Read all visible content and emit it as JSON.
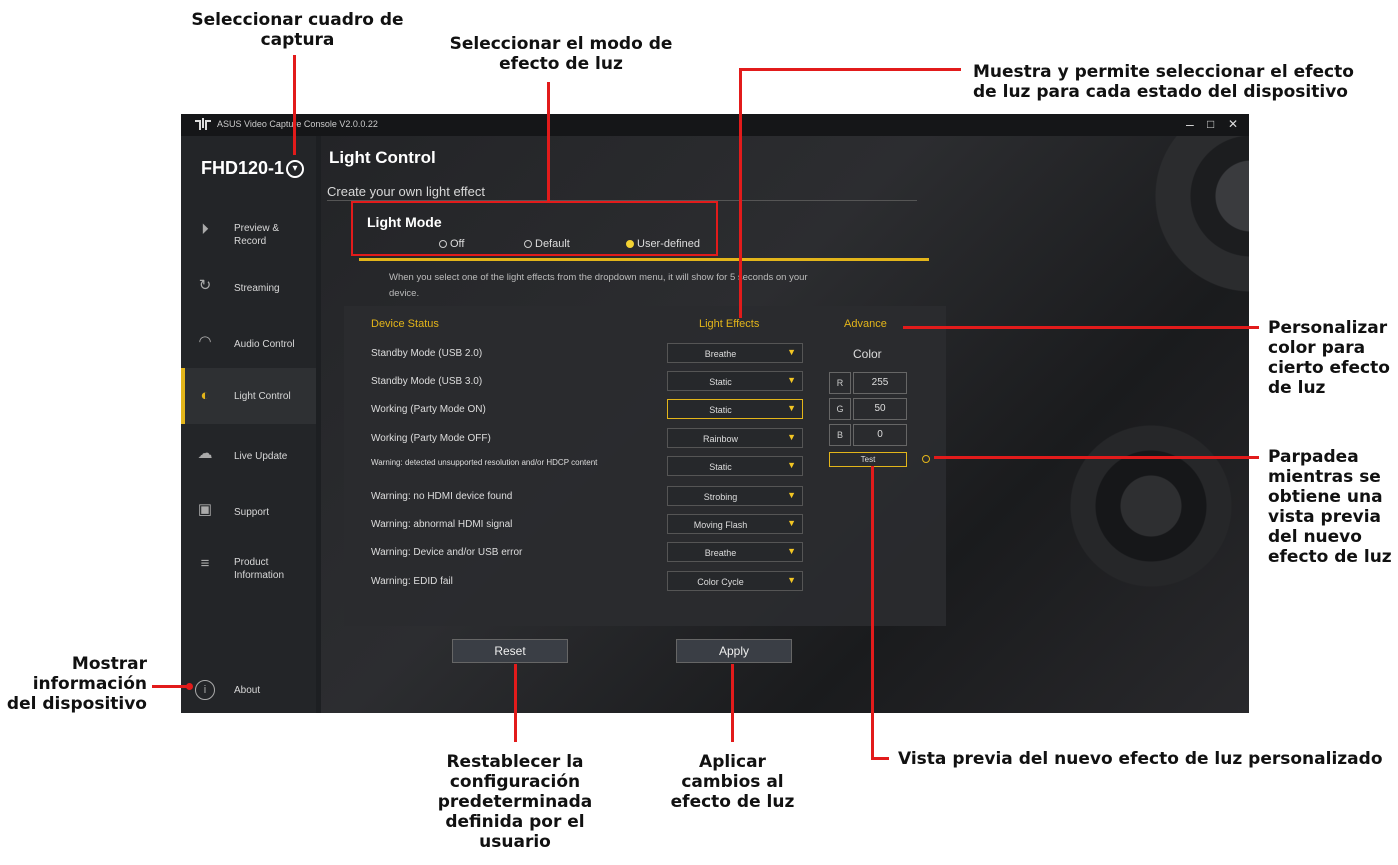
{
  "app": {
    "window_title": "ASUS Video Capture Console V2.0.0.22",
    "window_controls": [
      "–",
      "□",
      "✕"
    ],
    "device_name": "FHD120-1",
    "device_selector_icon": "chevron-down-icon"
  },
  "sidebar": {
    "items": [
      {
        "label": "Preview & Record",
        "icon": "play-circle-icon"
      },
      {
        "label": "Streaming",
        "icon": "stream-icon"
      },
      {
        "label": "Audio Control",
        "icon": "headphones-icon"
      },
      {
        "label": "Light Control",
        "icon": "light-drop-icon",
        "active": true
      },
      {
        "label": "Live Update",
        "icon": "cloud-icon"
      },
      {
        "label": "Support",
        "icon": "support-icon"
      },
      {
        "label": "Product Information",
        "icon": "list-icon"
      },
      {
        "label": "About",
        "icon": "info-icon"
      }
    ]
  },
  "main": {
    "title": "Light Control",
    "subtitle": "Create your own light effect",
    "light_mode": {
      "title": "Light Mode",
      "options": [
        "Off",
        "Default",
        "User-defined"
      ],
      "selected": "User-defined"
    },
    "notice": "When you select one of the light effects from the dropdown menu, it will show for 5 seconds on your device.",
    "table": {
      "headers": {
        "status": "Device Status",
        "effects": "Light Effects",
        "advance": "Advance"
      },
      "rows": [
        {
          "status": "Standby Mode (USB 2.0)",
          "effect": "Breathe"
        },
        {
          "status": "Standby Mode (USB 3.0)",
          "effect": "Static"
        },
        {
          "status": "Working (Party Mode ON)",
          "effect": "Static"
        },
        {
          "status": "Working (Party Mode OFF)",
          "effect": "Rainbow"
        },
        {
          "status": "Warning: detected unsupported resolution and/or HDCP content",
          "effect": "Static"
        },
        {
          "status": "Warning: no HDMI device found",
          "effect": "Strobing"
        },
        {
          "status": "Warning: abnormal HDMI signal",
          "effect": "Moving Flash"
        },
        {
          "status": "Warning: Device and/or USB error",
          "effect": "Breathe"
        },
        {
          "status": "Warning: EDID fail",
          "effect": "Color Cycle"
        }
      ]
    },
    "advance": {
      "color_label": "Color",
      "rgb": [
        {
          "k": "R",
          "v": "255"
        },
        {
          "k": "G",
          "v": "50"
        },
        {
          "k": "B",
          "v": "0"
        }
      ],
      "test_label": "Test"
    },
    "buttons": {
      "reset": "Reset",
      "apply": "Apply"
    }
  },
  "annotations": {
    "select_capture": "Seleccionar cuadro de captura",
    "select_light_mode": "Seleccionar el modo de efecto de luz",
    "show_select_effect": "Muestra y permite seleccionar el efecto de luz para cada estado del dispositivo",
    "customize_color": "Personalizar color para cierto efecto de luz",
    "blinks_preview": "Parpadea mientras se obtiene una vista previa del nuevo efecto de luz",
    "show_device_info": "Mostrar información del dispositivo",
    "reset_desc": "Restablecer la configuración predeterminada definida por el usuario",
    "apply_desc": "Aplicar cambios al efecto de luz",
    "preview_desc": "Vista previa del nuevo efecto de luz personalizado"
  },
  "colors": {
    "accent": "#e3b51a",
    "annotation_red": "#e21b1b",
    "background": "#1d1f22"
  }
}
